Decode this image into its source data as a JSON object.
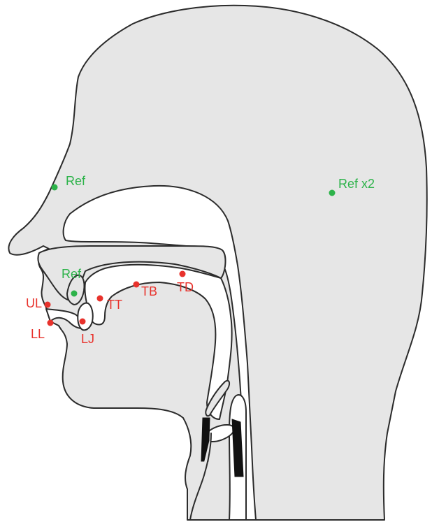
{
  "colors": {
    "reference": "#2db34a",
    "sensor": "#e8322c",
    "tissue": "#e6e6e6",
    "outline": "#2b2b2b"
  },
  "labels": {
    "ref_nose": "Ref",
    "ref_head": "Ref x2",
    "ref_gum": "Ref",
    "ul": "UL",
    "ll": "LL",
    "lj": "LJ",
    "tt": "TT",
    "tb": "TB",
    "td": "TD"
  }
}
